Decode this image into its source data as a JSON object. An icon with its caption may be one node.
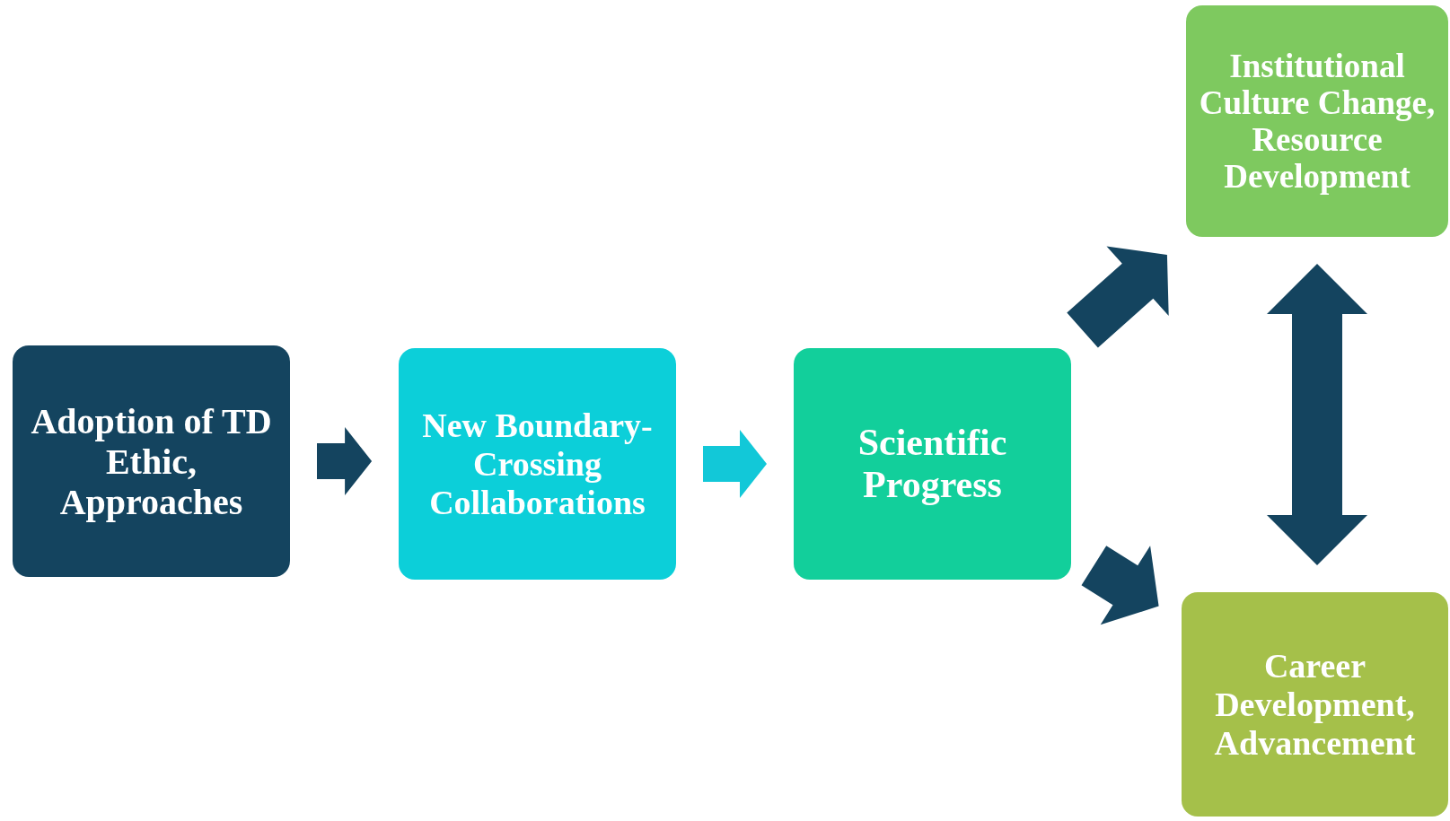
{
  "diagram": {
    "nodes": [
      {
        "text": [
          "Adoption of TD Ethic, Approaches"
        ]
      },
      {
        "text": [
          "New Boundary-Crossing Collaborations"
        ]
      },
      {
        "text": [
          "Scientific Progress"
        ]
      },
      {
        "text": [
          "Institutional Culture Change, Resource Development"
        ]
      },
      {
        "text": [
          "Career Development, Advancement"
        ]
      }
    ],
    "edges": [
      {
        "from": 0,
        "to": 1,
        "arrow": "to"
      },
      {
        "from": 1,
        "to": 2,
        "arrow": "to",
        "color": "#12c8d8"
      },
      {
        "from": 2,
        "to": 3,
        "arrow": "to"
      },
      {
        "from": 2,
        "to": 4,
        "arrow": "to"
      },
      {
        "from": 3,
        "to": 4,
        "arrow": "both"
      }
    ]
  }
}
